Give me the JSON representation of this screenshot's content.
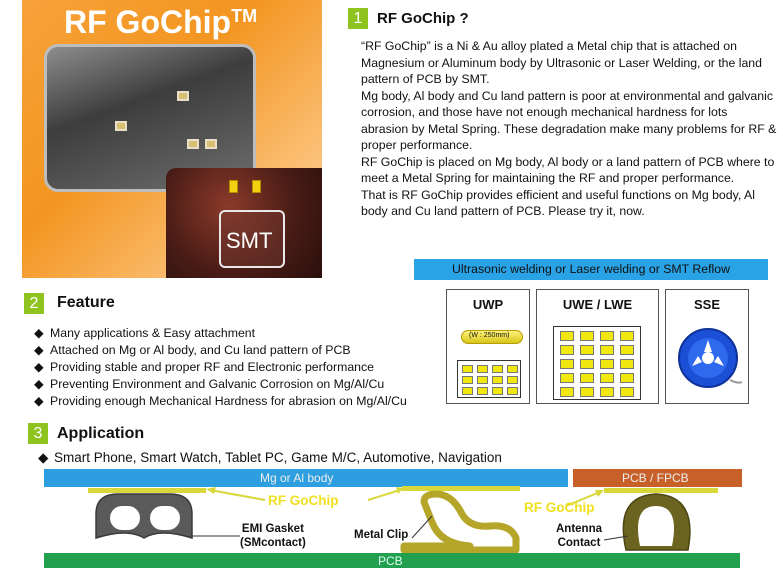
{
  "hero": {
    "title": "RF GoChip",
    "title_sup": "TM",
    "smt_label": "SMT"
  },
  "section1": {
    "number": "1",
    "heading": "RF GoChip ?",
    "paragraphs": [
      "“RF GoChip” is a Ni & Au alloy plated a Metal chip that is attached on Magnesium or Aluminum body by Ultrasonic or Laser Welding, or the land pattern of PCB by SMT.",
      "Mg body, Al body and Cu land pattern is poor at environmental and galvanic corrosion, and those have not enough mechanical hardness for lots abrasion by Metal Spring. These degradation make many problems for RF & proper performance.",
      "RF GoChip is placed on Mg body, Al body or a land pattern of PCB where to meet a Metal Spring for maintaining the RF and proper performance.",
      "That is RF GoChip provides efficient and useful functions on Mg body, Al body and Cu land pattern of PCB. Please try it, now."
    ]
  },
  "welding_bar": "Ultrasonic welding or Laser welding or SMT Reflow",
  "panels": {
    "uwp": {
      "title": "UWP",
      "tube_label": "(W : 250mm)"
    },
    "uwe": {
      "title": "UWE / LWE"
    },
    "sse": {
      "title": "SSE"
    }
  },
  "section2": {
    "number": "2",
    "heading": "Feature",
    "bullet": "◆",
    "items": [
      "Many applications & Easy attachment",
      "Attached on Mg or Al body, and Cu land pattern of PCB",
      "Providing stable and proper RF and Electronic performance",
      "Preventing Environment and Galvanic Corrosion on Mg/Al/Cu",
      "Providing enough Mechanical Hardness for abrasion on Mg/Al/Cu"
    ]
  },
  "section3": {
    "number": "3",
    "heading": "Application",
    "bullet": "◆",
    "item": "Smart Phone, Smart Watch, Tablet PC, Game M/C, Automotive, Navigation"
  },
  "diagram": {
    "body_label": "Mg or Al body",
    "pcb_fpcb_label": "PCB / FPCB",
    "pcb_label": "PCB",
    "gochip_label_1": "RF GoChip",
    "gochip_label_2": "RF GoChip",
    "emi_line1": "EMI Gasket",
    "emi_line2": "(SMcontact)",
    "metal_clip": "Metal Clip",
    "antenna_line1": "Antenna",
    "antenna_line2": "Contact"
  },
  "colors": {
    "accent_green": "#8fc31f",
    "welding_blue": "#29a3e5",
    "chip_yellow": "#f0e80f",
    "gochip_yellow": "#d8d83a",
    "pcb_green": "#22a050",
    "body_blue": "#2d9fe0",
    "fpcb_orange": "#c8602a"
  }
}
